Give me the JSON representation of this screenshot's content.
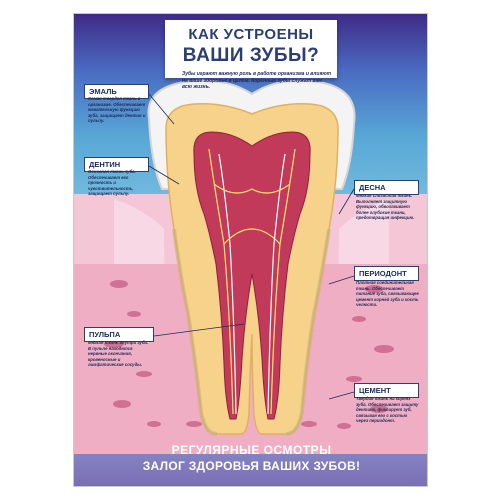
{
  "title": {
    "line1": "КАК УСТРОЕНЫ",
    "line2": "ВАШИ ЗУБЫ?"
  },
  "intro": "Зубы играют важную роль в работе организма и влияют на ваше здоровье в целом. Коренные зубы служат вам всю жизнь.",
  "labels": {
    "enamel": {
      "name": "ЭМАЛЬ",
      "text": "Самая твердая ткань в организме. Обеспечивает жевательную функцию зуба, защищает дентин и пульпу."
    },
    "dentin": {
      "name": "ДЕНТИН",
      "text": "Основная ткань зуба. Обеспечивает его прочность и чувствительность, защищает пульпу."
    },
    "pulp": {
      "name": "ПУЛЬПА",
      "text": "Мягкая ткань внутри зуба. В пульпе находятся нервные окончания, кровеносные и лимфатические сосуды."
    },
    "gum": {
      "name": "ДЕСНА",
      "text": "Мягкая слизистая ткань. Выполняет защитную функцию, обволакивает более глубокие ткани, предотвращая инфекцию."
    },
    "periodont": {
      "name": "ПЕРИОДОНТ",
      "text": "Плотная соединительная ткань. Обеспечивает питание зуба, связывающее цемент корней зуба и кость челюсти."
    },
    "cement": {
      "name": "ЦЕМЕНТ",
      "text": "Твердая ткань на корнях зуба. Обеспечивает защиту дентина, фиксирует зуб, связывая его с костью через периодонт."
    }
  },
  "bottom": {
    "line1": "РЕГУЛЯРНЫЕ ОСМОТРЫ",
    "line2": "ЗАЛОГ ЗДОРОВЬЯ ВАШИХ ЗУБОВ!"
  },
  "colors": {
    "enamel": "#f3f3f3",
    "dentin": "#f7d28a",
    "pulp": "#c23a5a",
    "gum": "#f2b7cb",
    "bone": "#e4a0b8",
    "accent": "#2c3e72"
  }
}
